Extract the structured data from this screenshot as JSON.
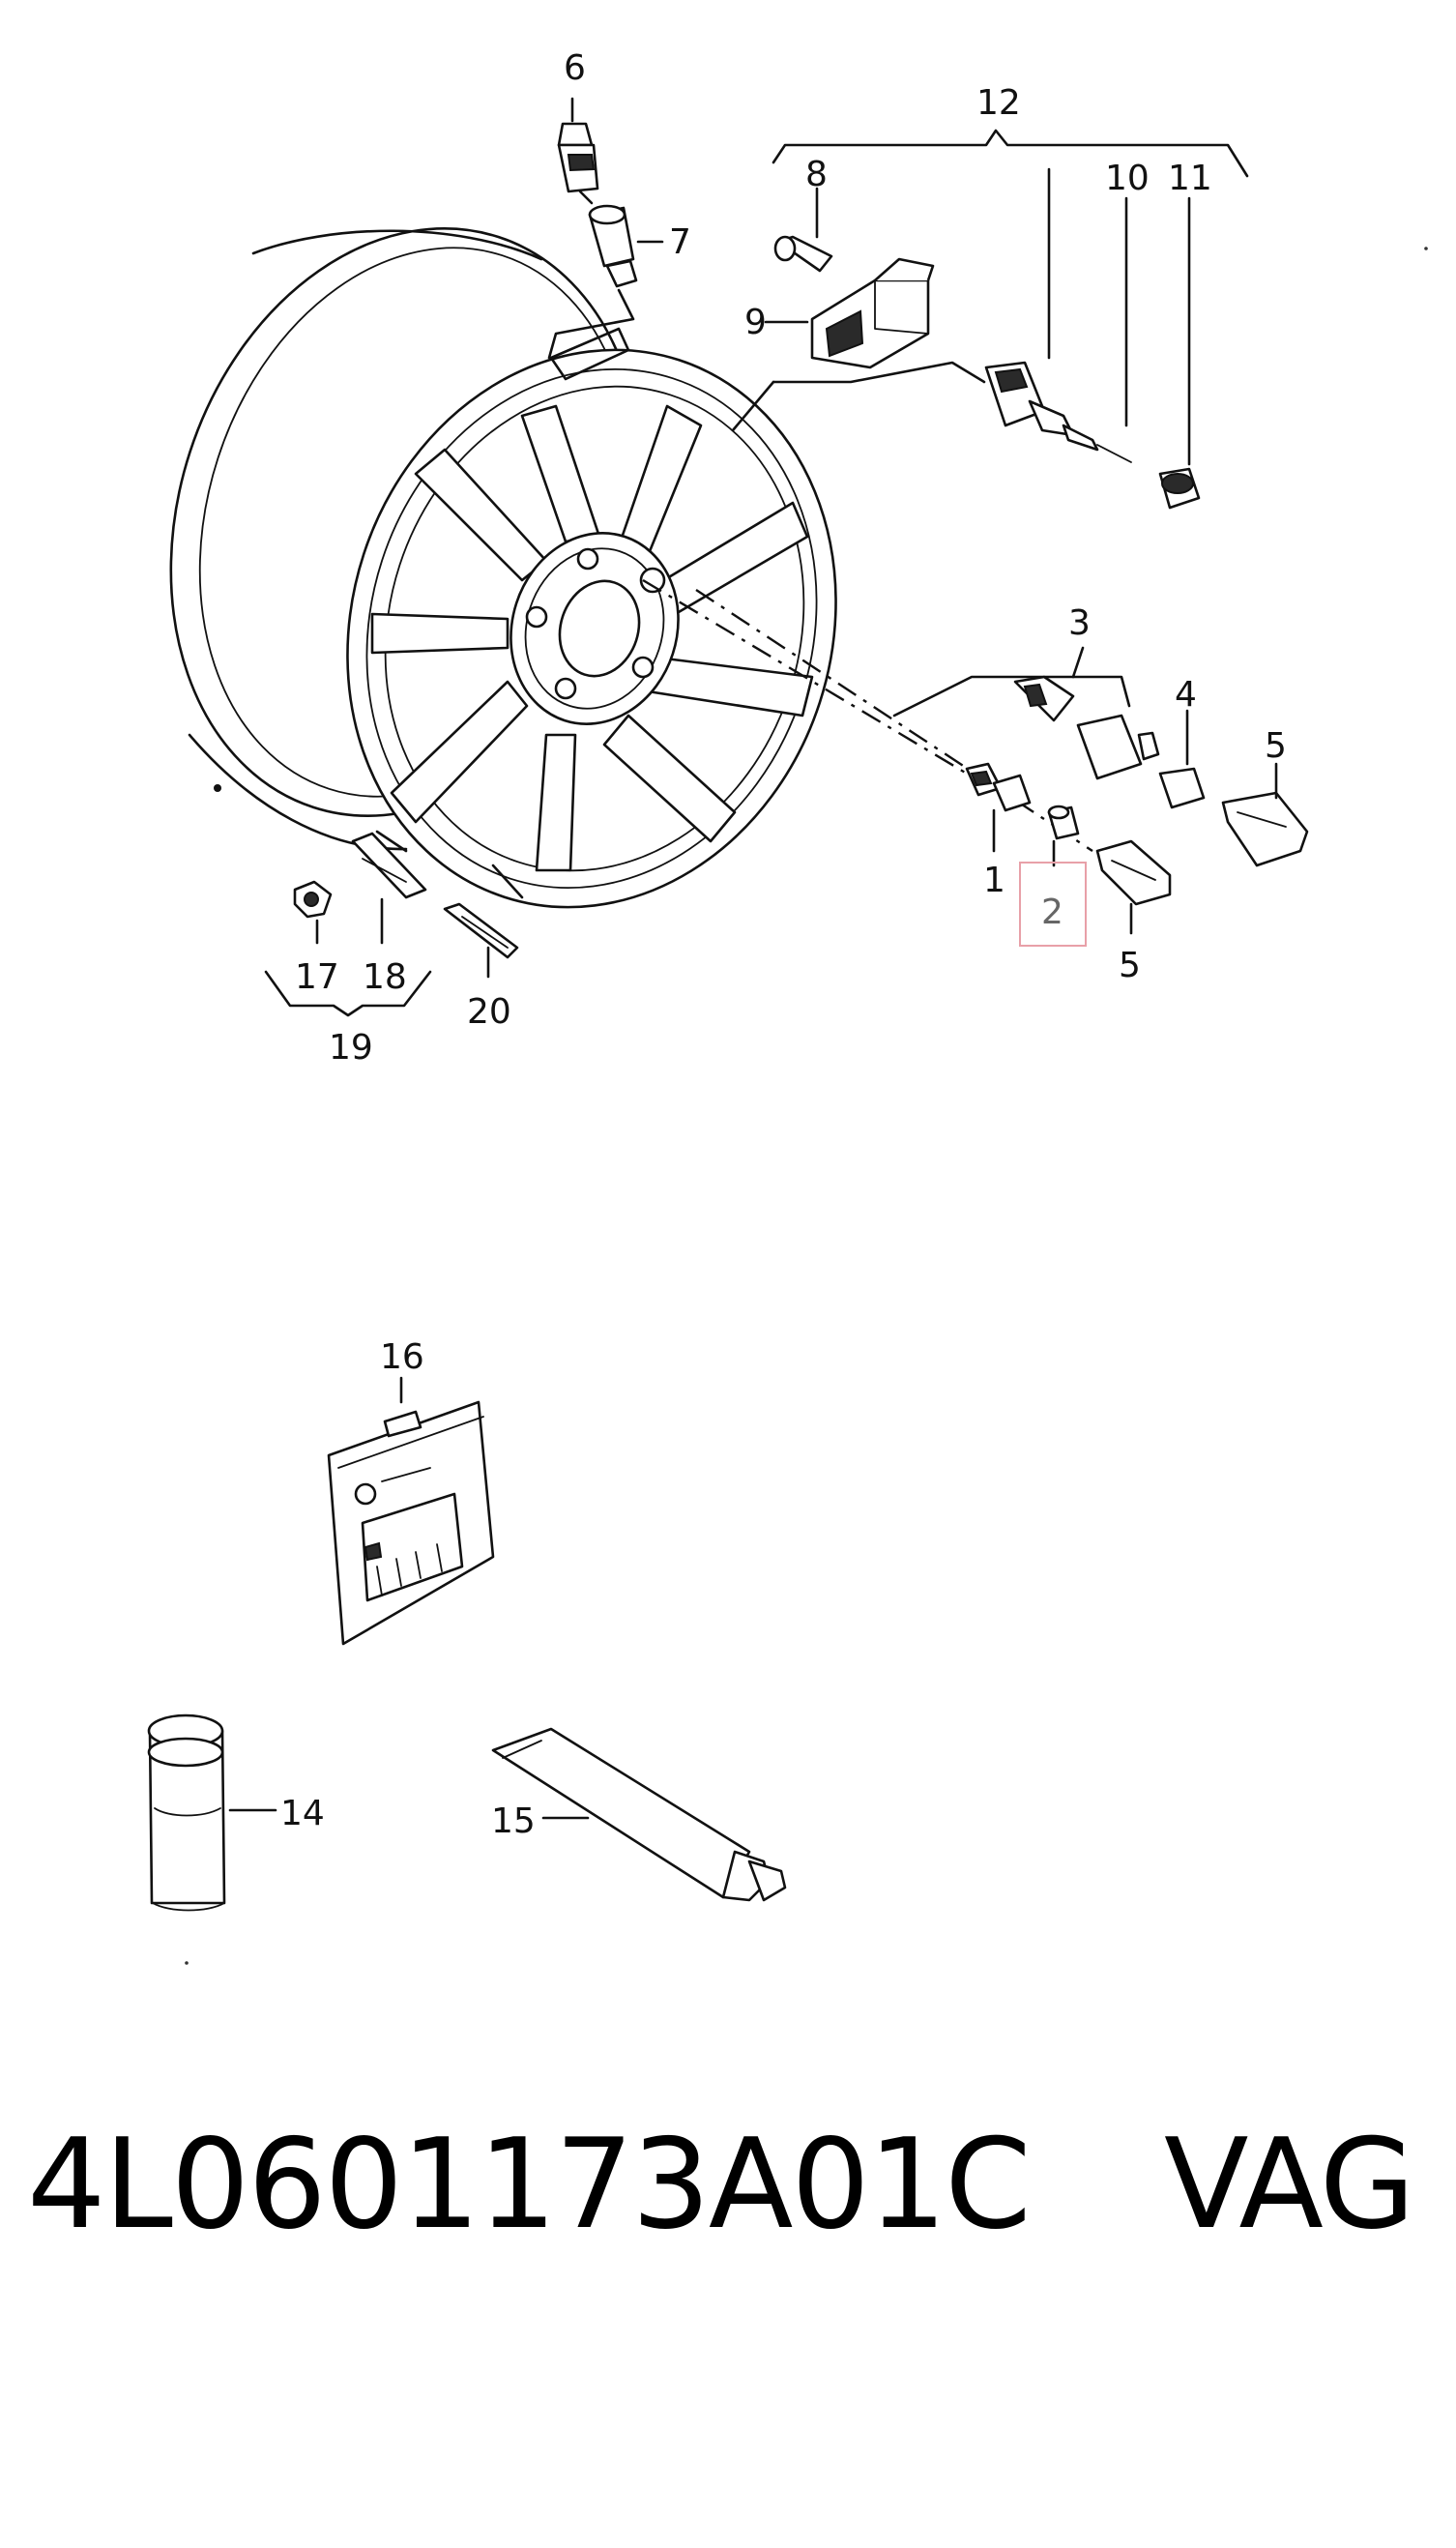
{
  "diagram": {
    "callouts": {
      "c1": "1",
      "c2": "2",
      "c3": "3",
      "c4": "4",
      "c5a": "5",
      "c5b": "5",
      "c6": "6",
      "c7": "7",
      "c8": "8",
      "c9": "9",
      "c10": "10",
      "c11": "11",
      "c12": "12",
      "c14": "14",
      "c15": "15",
      "c16": "16",
      "c17": "17",
      "c18": "18",
      "c19": "19",
      "c20": "20"
    },
    "highlight_color": "#e8a0a8"
  },
  "footer": {
    "part_number": "4L0601173A01C",
    "brand": "VAG"
  }
}
